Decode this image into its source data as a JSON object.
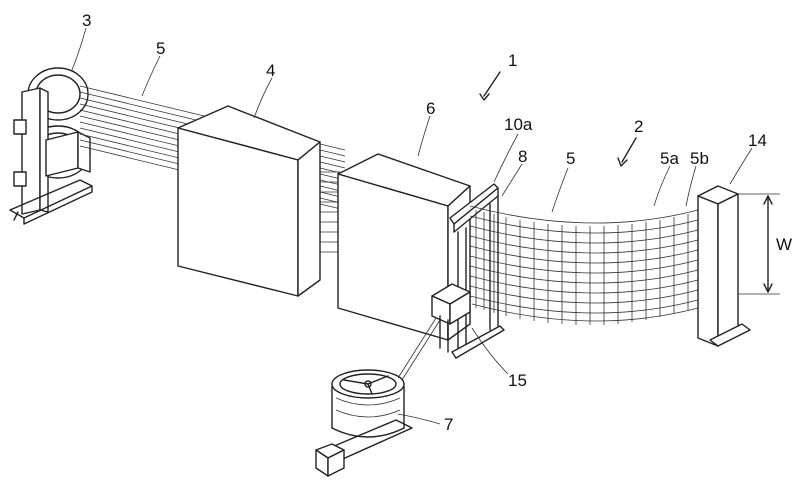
{
  "labels": {
    "system": "1",
    "mesh": "2",
    "supply_unit": "3",
    "box_four": "4",
    "wires": "5",
    "box_six": "6",
    "reel": "7",
    "stand_eight": "8",
    "part_10a": "10a",
    "wires_mid": "5",
    "wire_5a": "5a",
    "wire_5b": "5b",
    "end_post": "14",
    "part_15": "15",
    "width": "W"
  }
}
